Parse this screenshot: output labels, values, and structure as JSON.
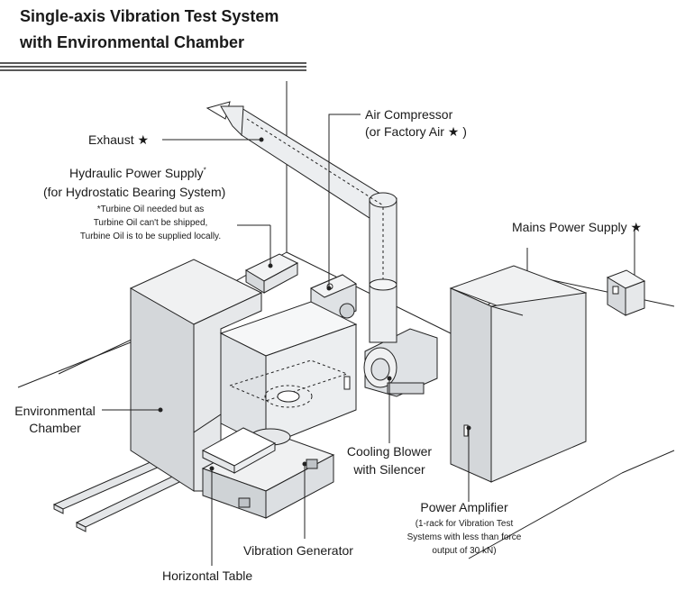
{
  "title": {
    "line1": "Single-axis Vibration Test System",
    "line2": "with Environmental Chamber"
  },
  "labels": {
    "exhaust": "Exhaust ★",
    "air_compressor_line1": "Air Compressor",
    "air_compressor_line2": "(or Factory Air ★ )",
    "hydraulic_line1": "Hydraulic Power Supply",
    "hydraulic_sup": "*",
    "hydraulic_line2": "(for Hydrostatic Bearing System)",
    "hydraulic_note_line1": "*Turbine Oil needed but as",
    "hydraulic_note_line2": "Turbine Oil can't be shipped,",
    "hydraulic_note_line3": "Turbine Oil is to be supplied locally.",
    "mains_power": "Mains Power Supply ★",
    "env_chamber_line1": "Environmental",
    "env_chamber_line2": "Chamber",
    "cooling_line1": "Cooling Blower",
    "cooling_line2": "with Silencer",
    "amp_line1": "Power Amplifier",
    "amp_note_line1": "(1-rack for Vibration Test",
    "amp_note_line2": "Systems with less than force",
    "amp_note_line3": "output of 30 kN)",
    "vibration_generator": "Vibration Generator",
    "horizontal_table": "Horizontal Table"
  },
  "colors": {
    "fill_light": "#eaecee",
    "fill_mid": "#d4d7da",
    "fill_dark": "#bfc3c7",
    "line": "#222222"
  }
}
